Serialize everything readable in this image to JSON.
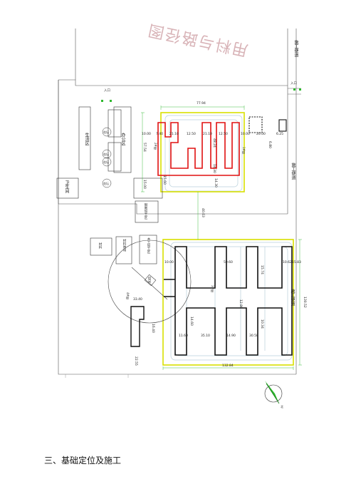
{
  "watermark": "用料与路径图",
  "section_heading": "三、基础定位及施工",
  "labels": {
    "road_right_top": "施工便道",
    "road_right_mid": "施工便道",
    "road_right_upper": "施工便道",
    "dormitory": "生活区",
    "office": "办公区",
    "toilet": "卫生间",
    "tree1": "花坛",
    "tree2": "花坛",
    "tree3": "花坛",
    "tree4": "花坛",
    "gate_left": "入口",
    "gate_right": "入口",
    "steel_shed": "钢筋加工区",
    "wood_shed": "木工加工区",
    "material_yard": "材料",
    "storage": "材料堆场",
    "crane_label": "塔吊",
    "building_left_label": "2#楼",
    "building_top_label": "1#楼",
    "building_bottom_label": "3#楼",
    "annex_label": "4#楼",
    "north": "北"
  },
  "dims": {
    "top_width": "77.94",
    "top_left_a": "10.00",
    "top_left_b": "7.40",
    "top_seg1": "21.10",
    "top_seg2": "12.50",
    "top_seg3": "21.10",
    "top_seg4": "12.50",
    "top_right_a": "10.00",
    "top_right_b": "20.00",
    "top_right_c": "6.25",
    "top_right_d": "6.80",
    "top_left_side": "57.54",
    "top_inner_a": "48.24",
    "top_inner_b": "14.30",
    "top_inner_c": "15.60",
    "top_bottom_left": "15.00",
    "top_bottom_mid": "14.30",
    "top_mid_gap": "40.63",
    "bot_width": "132.84",
    "bot_right_side": "130.52",
    "bot_left_a": "10.00",
    "bot_top_mid": "59.60",
    "bot_right_a": "10.62",
    "bot_right_b": "15.83",
    "bot_v1": "15.74",
    "bot_v2": "12.80",
    "bot_v3": "10.34",
    "bot_mid_a": "14.60",
    "bot_bottom1": "11.60",
    "bot_bottom2": "35.10",
    "bot_bottom3": "14.90",
    "bot_bottom4": "30.58",
    "bot_left_annex": "33.40",
    "bot_left_annex_b": "16.40",
    "bot_bottom_left": "22.55"
  },
  "colors": {
    "fence": "#d8e000",
    "building_top": "#e01010",
    "building_bottom": "#111111",
    "site_line": "#444444",
    "grid_green": "#2eb82e",
    "ground_lines": "#b8d0dc",
    "watermark": "#cc9aa0"
  }
}
